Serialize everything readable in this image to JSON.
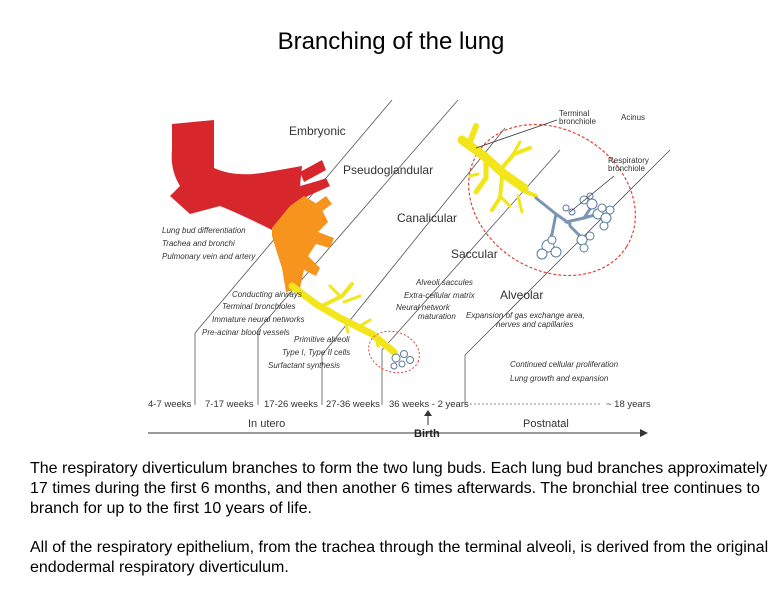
{
  "title": "Branching of the lung",
  "stages": {
    "embryonic": "Embryonic",
    "pseudoglandular": "Pseudoglandular",
    "canalicular": "Canalicular",
    "saccular": "Saccular",
    "alveolar": "Alveolar"
  },
  "notes": {
    "embryonic": [
      "Lung bud differentiation",
      "Trachea and bronchi",
      "Pulmonary vein and artery"
    ],
    "pseudoglandular": [
      "Conducting airways",
      "Terminal bronchioles",
      "Immature neural networks",
      "Pre-acinar blood vessels"
    ],
    "canalicular": [
      "Primitive alveoli",
      "Type I, Type II cells",
      "Surfactant synthesis"
    ],
    "saccular": [
      "Alveoli saccules",
      "Extra-cellular matrix",
      "Neural network",
      "maturation"
    ],
    "alveolar": [
      "Expansion of gas exchange area,",
      "nerves and capillaries"
    ],
    "postnatal": [
      "Continued cellular proliferation",
      "Lung growth and expansion"
    ]
  },
  "callouts": {
    "terminal_bronchiole": [
      "Terminal",
      "bronchiole"
    ],
    "acinus": "Acinus",
    "respiratory_bronchiole": [
      "Respiratory",
      "bronchiole"
    ]
  },
  "timeline": {
    "periods": [
      "4-7 weeks",
      "7-17 weeks",
      "17-26 weeks",
      "27-36 weeks",
      "36 weeks - 2 years",
      "~ 18 years"
    ],
    "in_utero": "In utero",
    "birth": "Birth",
    "postnatal": "Postnatal"
  },
  "colors": {
    "red": "#d7262c",
    "orange": "#f7941d",
    "yellow": "#f2e61b",
    "blue_outline": "#5b7a9a",
    "dashed_red": "#e0443a"
  },
  "paragraphs": [
    "The respiratory diverticulum branches to form the two lung buds.  Each lung bud branches approximately 17 times during the first 6 months, and then another 6 times afterwards.  The bronchial tree continues to branch for up to the first 10 years of life.",
    "All of the respiratory epithelium, from the trachea through the terminal alveoli, is derived from the original endodermal respiratory diverticulum."
  ]
}
